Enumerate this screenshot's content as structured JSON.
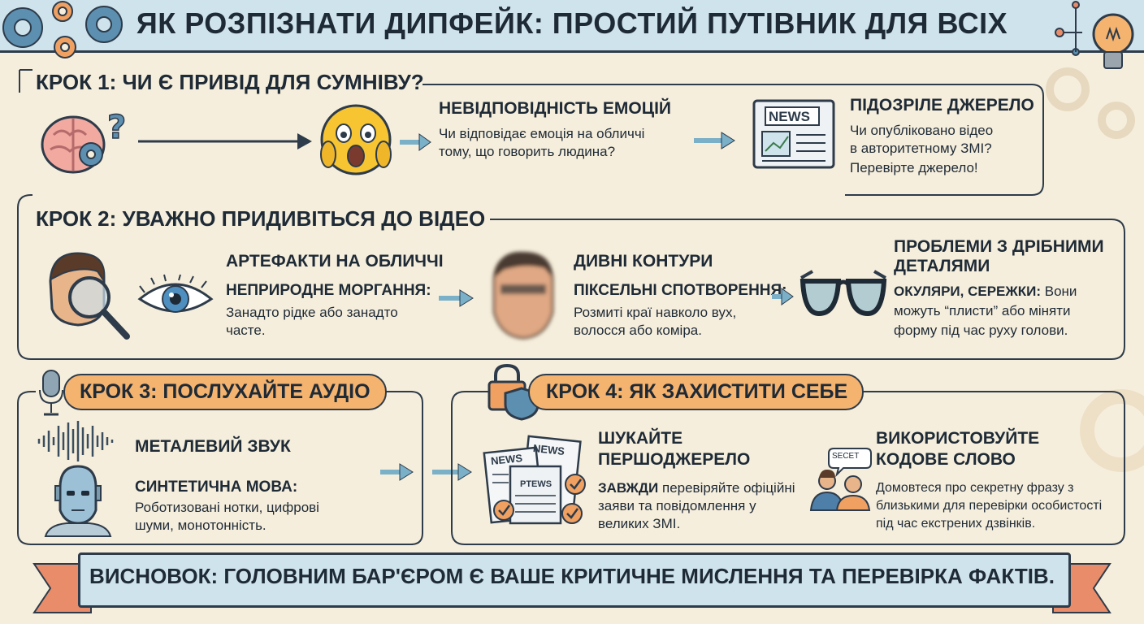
{
  "title": "ЯК РОЗПІЗНАТИ ДИПФЕЙК: ПРОСТИЙ ПУТІВНИК ДЛЯ ВСІХ",
  "step1": {
    "heading": "КРОК 1: ЧИ Є ПРИВІД ДЛЯ СУМНІВУ?",
    "emotion": {
      "title": "НЕВІДПОВІДНІСТЬ ЕМОЦІЙ",
      "line1": "Чи відповідає емоція на обличчі",
      "line2": "тому, що говорить людина?"
    },
    "source": {
      "title": "ПІДОЗРІЛЕ ДЖЕРЕЛО",
      "line1": "Чи опубліковано відео",
      "line2": "в авторитетному ЗМІ?",
      "line3": "Перевірте джерело!",
      "news_label": "NEWS"
    }
  },
  "step2": {
    "heading": "КРОК 2: УВАЖНО ПРИДИВІТЬСЯ ДО ВІДЕО",
    "face": {
      "title": "АРТЕФАКТИ НА ОБЛИЧЧІ",
      "label": "НЕПРИРОДНЕ МОРГАННЯ:",
      "line1": "Занадто рідке або занадто",
      "line2": "часте."
    },
    "contours": {
      "title": "ДИВНІ КОНТУРИ",
      "label": "ПІКСЕЛЬНІ СПОТВОРЕННЯ:",
      "line1": "Розмиті краї навколо вух,",
      "line2": "волосся або коміра."
    },
    "details": {
      "title1": "ПРОБЛЕМИ З ДРІБНИМИ",
      "title2": "ДЕТАЛЯМИ",
      "label": "ОКУЛЯРИ, СЕРЕЖКИ:",
      "line1_rest": " Вони",
      "line2": "можуть “плисти” або міняти",
      "line3": "форму під час руху голови."
    }
  },
  "step3": {
    "heading": "КРОК 3: ПОСЛУХАЙТЕ АУДІО",
    "metal": "МЕТАЛЕВИЙ ЗВУК",
    "label": "СИНТЕТИЧНА МОВА:",
    "line1": "Роботизовані нотки, цифрові",
    "line2": "шуми, монотонність."
  },
  "step4": {
    "heading": "КРОК 4: ЯК ЗАХИСТИТИ СЕБЕ",
    "primary": {
      "title1": "ШУКАЙТЕ",
      "title2": "ПЕРШОДЖЕРЕЛО",
      "label": "ЗАВЖДИ",
      "line1_rest": " перевіряйте офіційні",
      "line2": "заяви та повідомлення у",
      "line3": "великих ЗМІ."
    },
    "codeword": {
      "title1": "ВИКОРИСТОВУЙТЕ",
      "title2": "КОДОВЕ СЛОВО",
      "line1": "Домовтеся про секретну фразу з",
      "line2": "близькими для перевірки особистості",
      "line3": "під час екстрених дзвінків.",
      "bubble": "SECET"
    },
    "news_labels": [
      "NEWS",
      "NEWS",
      "PTEWS"
    ]
  },
  "conclusion": "ВИСНОВОК: ГОЛОВНИМ БАР'ЄРОМ Є ВАШЕ КРИТИЧНЕ МИСЛЕННЯ ТА ПЕРЕВІРКА ФАКТІВ.",
  "colors": {
    "background": "#f6eedc",
    "header": "#cfe3ec",
    "accent_orange": "#f4b36f",
    "outline": "#2d3b4a",
    "arrow": "#7ab0c8",
    "ribbon": "#e98c6a"
  }
}
